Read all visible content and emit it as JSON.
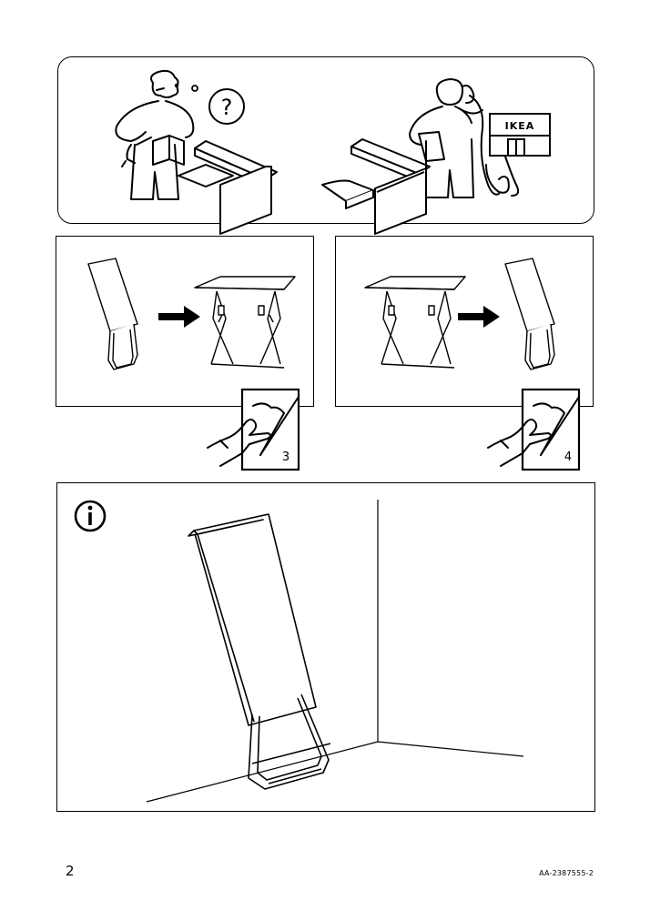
{
  "header": {
    "help_symbol": "?",
    "store_logo": "IKEA"
  },
  "steps": [
    {
      "page_ref": "3",
      "direction": "unfold"
    },
    {
      "page_ref": "4",
      "direction": "fold"
    }
  ],
  "info_panel": {
    "icon": "info-icon"
  },
  "footer": {
    "page_number": "2",
    "doc_code": "AA-2387555-2"
  }
}
